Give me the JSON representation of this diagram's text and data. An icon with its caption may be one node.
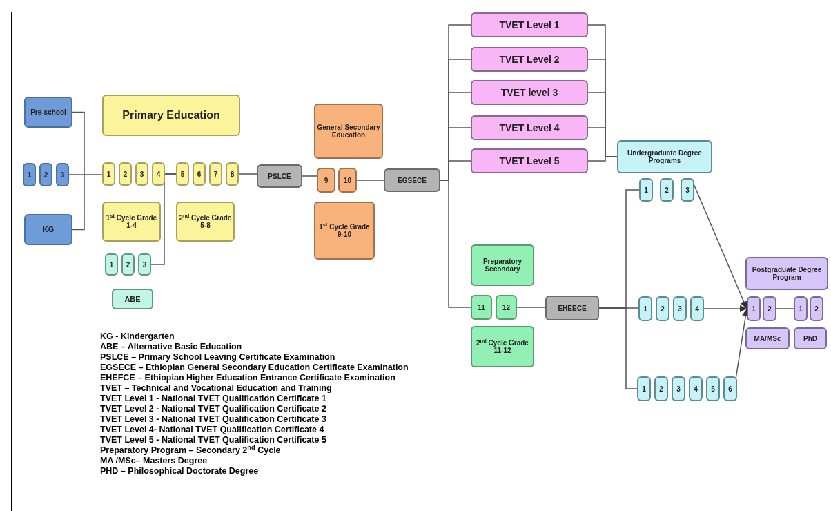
{
  "diagram": {
    "nodes": [
      {
        "text": [
          "Pre-school"
        ]
      },
      {
        "text": [
          "KG"
        ]
      },
      {
        "text": [
          "1"
        ]
      },
      {
        "text": [
          "2"
        ]
      },
      {
        "text": [
          "3"
        ]
      },
      {
        "text": [
          "Primary Education"
        ]
      },
      {
        "text": [
          "1"
        ]
      },
      {
        "text": [
          "2"
        ]
      },
      {
        "text": [
          "3"
        ]
      },
      {
        "text": [
          "4"
        ]
      },
      {
        "text": [
          "5"
        ]
      },
      {
        "text": [
          "6"
        ]
      },
      {
        "text": [
          "7"
        ]
      },
      {
        "text": [
          "8"
        ]
      },
      {
        "text": [
          "1$^{st}$ Cycle Grade 1-4"
        ]
      },
      {
        "text": [
          "2$^{nd}$ Cycle Grade 5-8"
        ]
      },
      {
        "text": [
          "1"
        ]
      },
      {
        "text": [
          "2"
        ]
      },
      {
        "text": [
          "3"
        ]
      },
      {
        "text": [
          "ABE"
        ]
      },
      {
        "text": [
          "PSLCE"
        ]
      },
      {
        "text": [
          "General Secondary Education"
        ]
      },
      {
        "text": [
          "9"
        ]
      },
      {
        "text": [
          "10"
        ]
      },
      {
        "text": [
          "1$^{st}$ Cycle Grade 9-10"
        ]
      },
      {
        "text": [
          "EGSECE"
        ]
      },
      {
        "text": [
          "TVET Level 1"
        ]
      },
      {
        "text": [
          "TVET Level 2"
        ]
      },
      {
        "text": [
          "TVET level 3"
        ]
      },
      {
        "text": [
          "TVET Level 4"
        ]
      },
      {
        "text": [
          "TVET Level 5"
        ]
      },
      {
        "text": [
          "Undergraduate Degree Programs"
        ]
      },
      {
        "text": [
          "1"
        ]
      },
      {
        "text": [
          "2"
        ]
      },
      {
        "text": [
          "3"
        ]
      },
      {
        "text": [
          "Preparatory Secondary"
        ]
      },
      {
        "text": [
          "11"
        ]
      },
      {
        "text": [
          "12"
        ]
      },
      {
        "text": [
          "2$^{nd}$ Cycle Grade 11-12"
        ]
      },
      {
        "text": [
          "EHEECE"
        ]
      },
      {
        "text": [
          "1"
        ]
      },
      {
        "text": [
          "2"
        ]
      },
      {
        "text": [
          "3"
        ]
      },
      {
        "text": [
          "4"
        ]
      },
      {
        "text": [
          "1"
        ]
      },
      {
        "text": [
          "2"
        ]
      },
      {
        "text": [
          "3"
        ]
      },
      {
        "text": [
          "4"
        ]
      },
      {
        "text": [
          "5"
        ]
      },
      {
        "text": [
          "6"
        ]
      },
      {
        "text": [
          "Postgraduate Degree Program"
        ]
      },
      {
        "text": [
          "1"
        ]
      },
      {
        "text": [
          "2"
        ]
      },
      {
        "text": [
          "1"
        ]
      },
      {
        "text": [
          "2"
        ]
      },
      {
        "text": [
          "MA/MSc"
        ]
      },
      {
        "text": [
          "PhD"
        ]
      }
    ],
    "edges": [
      {
        "from": 0,
        "to": 1,
        "arrow": "none"
      },
      {
        "from": 4,
        "to": 6,
        "arrow": "none"
      },
      {
        "from": 9,
        "to": 10,
        "arrow": "none"
      },
      {
        "from": 18,
        "to": 10,
        "arrow": "none"
      },
      {
        "from": 13,
        "to": 20,
        "arrow": "none"
      },
      {
        "from": 20,
        "to": 22,
        "arrow": "none"
      },
      {
        "from": 23,
        "to": 25,
        "arrow": "none"
      },
      {
        "from": 25,
        "to": 26,
        "arrow": "none"
      },
      {
        "from": 25,
        "to": 27,
        "arrow": "none"
      },
      {
        "from": 25,
        "to": 28,
        "arrow": "none"
      },
      {
        "from": 25,
        "to": 29,
        "arrow": "none"
      },
      {
        "from": 25,
        "to": 30,
        "arrow": "none"
      },
      {
        "from": 25,
        "to": 36,
        "arrow": "none"
      },
      {
        "from": 26,
        "to": 31,
        "arrow": "none"
      },
      {
        "from": 27,
        "to": 31,
        "arrow": "none"
      },
      {
        "from": 28,
        "to": 31,
        "arrow": "none"
      },
      {
        "from": 29,
        "to": 31,
        "arrow": "none"
      },
      {
        "from": 30,
        "to": 31,
        "arrow": "none"
      },
      {
        "from": 37,
        "to": 39,
        "arrow": "none"
      },
      {
        "from": 39,
        "to": 32,
        "arrow": "none"
      },
      {
        "from": 39,
        "to": 40,
        "arrow": "none"
      },
      {
        "from": 39,
        "to": 44,
        "arrow": "none"
      },
      {
        "from": 34,
        "to": 51,
        "arrow": "to"
      },
      {
        "from": 43,
        "to": 51,
        "arrow": "to"
      },
      {
        "from": 49,
        "to": 51,
        "arrow": "to"
      },
      {
        "from": 52,
        "to": 53,
        "arrow": "none"
      }
    ],
    "labels": [
      "KG - Kindergarten",
      "ABE – Alternative Basic Education",
      "PSLCE – Primary School Leaving Certificate Examination",
      "EGSECE – Ethiopian General Secondary Education Certificate Examination",
      "EHEFCE – Ethiopian Higher Education Entrance Certificate Examination",
      "TVET – Technical and Vocational Education and Training",
      "TVET Level 1 - National TVET Qualification Certificate 1",
      "TVET Level 2 - National TVET Qualification Certificate 2",
      "TVET Level 3 - National TVET Qualification Certificate 3",
      "TVET Level 4- National TVET Qualification Certificate 4",
      "TVET Level 5 - National TVET Qualification Certificate 5",
      "Preparatory Program – Secondary 2$^{nd}$ Cycle",
      "MA /MSc– Masters Degree",
      "PHD – Philosophical Doctorate Degree"
    ]
  }
}
